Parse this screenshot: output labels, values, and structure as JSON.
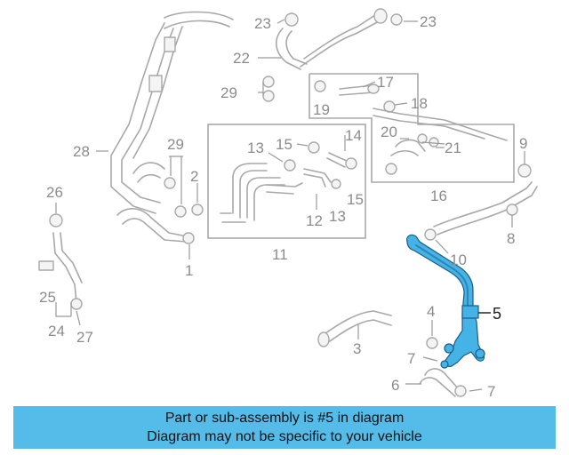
{
  "labels": {
    "l1": "1",
    "l2": "2",
    "l3": "3",
    "l4": "4",
    "l5": "5",
    "l6": "6",
    "l7a": "7",
    "l7b": "7",
    "l8": "8",
    "l9": "9",
    "l10": "10",
    "l11": "11",
    "l12": "12",
    "l13a": "13",
    "l13b": "13",
    "l14": "14",
    "l15a": "15",
    "l15b": "15",
    "l16": "16",
    "l17": "17",
    "l18": "18",
    "l20": "20",
    "l21": "21",
    "l22": "22",
    "l23a": "23",
    "l23b": "23",
    "l24": "24",
    "l25": "25",
    "l26": "26",
    "l27": "27",
    "l28": "28",
    "l29a": "29",
    "l29b": "29",
    "l19": "19"
  },
  "banner": {
    "line1": "Part or sub-assembly is #5 in diagram",
    "line2": "Diagram may not be specific to your vehicle"
  },
  "colors": {
    "highlight": "#45b3e6",
    "banner": "#55bcea",
    "line_art": "#a8a8a8"
  }
}
